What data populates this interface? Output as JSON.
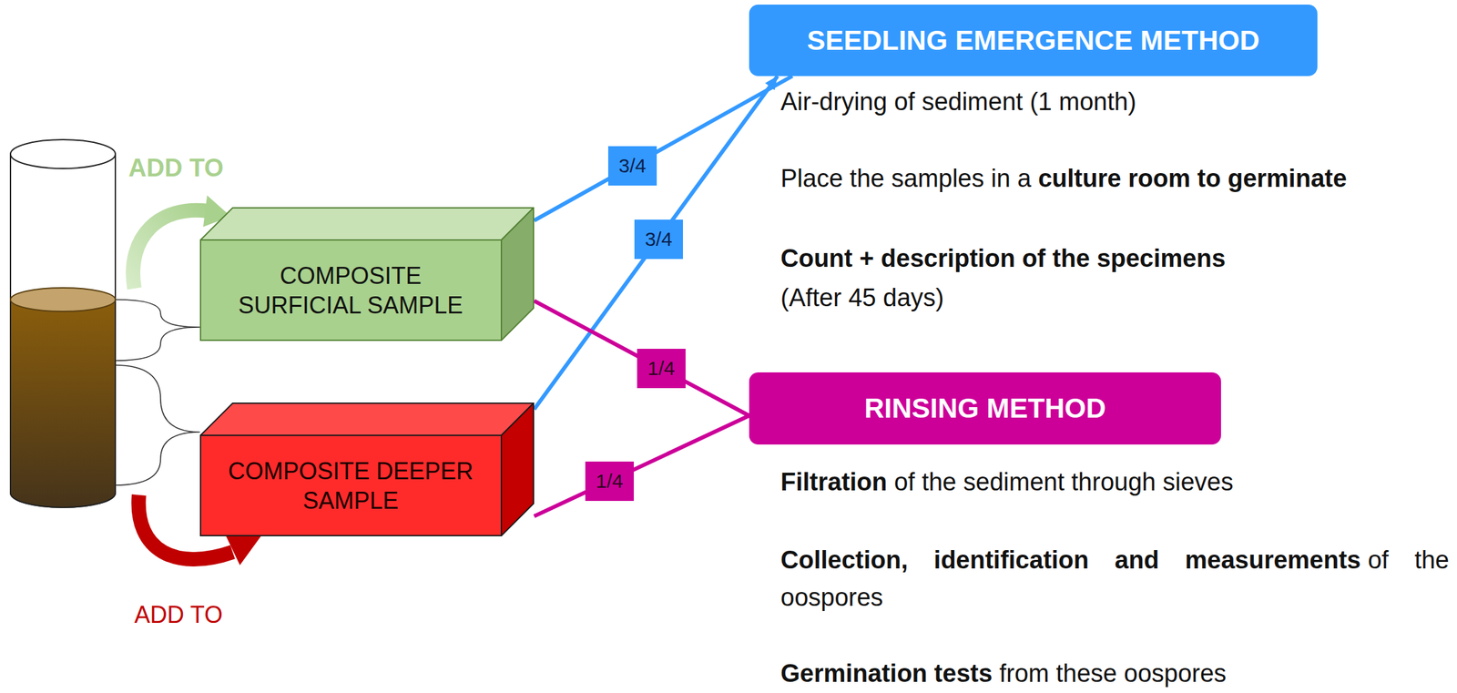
{
  "diagram": {
    "nodes": [
      {
        "text": [
          "COMPOSITE SURFICIAL SAMPLE"
        ]
      },
      {
        "text": [
          "COMPOSITE DEEPER SAMPLE"
        ]
      },
      {
        "text": [
          "SEEDLING EMERGENCE METHOD"
        ]
      },
      {
        "text": [
          "RINSING METHOD"
        ]
      }
    ],
    "edges": [
      {
        "from": 0,
        "to": 2,
        "label": "3/4",
        "arrow": "none"
      },
      {
        "from": 1,
        "to": 2,
        "label": "3/4",
        "arrow": "to"
      },
      {
        "from": 0,
        "to": 3,
        "label": "1/4",
        "arrow": "none"
      },
      {
        "from": 1,
        "to": 3,
        "label": "1/4",
        "arrow": "none"
      }
    ],
    "labels": [
      "ADD TO",
      "ADD TO",
      "Air-drying of sediment (1 month)",
      "Place the samples in a",
      "culture room to germinate",
      "Count + description of the specimens",
      "(After 45 days)",
      "Filtration",
      "of the sediment through sieves",
      "Collection, identification and measurements",
      "of the oospores",
      "Germination tests",
      "from these oospores"
    ]
  }
}
